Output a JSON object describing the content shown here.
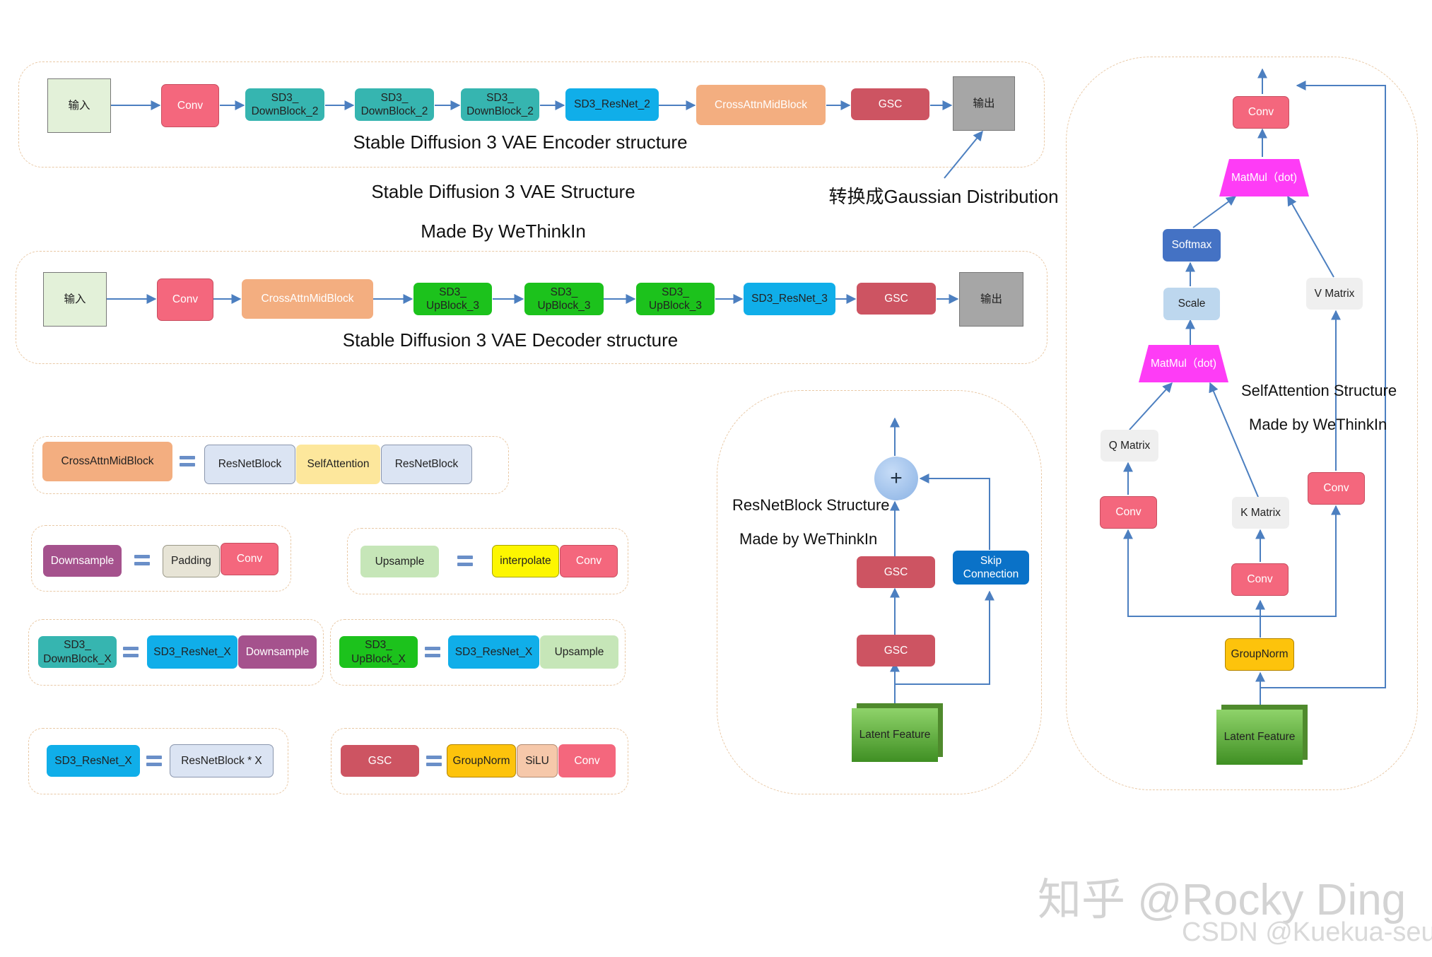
{
  "colors": {
    "conv": "#f4677d",
    "downblock": "#36b5b0",
    "resnet": "#10aee9",
    "crossattn": "#f3ae80",
    "gsc": "#cd5462",
    "io": "#a6a6a6",
    "input": "#e3f1d9",
    "upblock": "#1cc21c",
    "resnetblock": "#dbe4f3",
    "selfattn": "#fde79c",
    "downsample": "#a5528d",
    "padding": "#e7e4d6",
    "upsample": "#c6e6b8",
    "interpolate": "#fdf600",
    "groupnorm": "#fdc30c",
    "silu": "#f6c8aa",
    "skip": "#0a72c8",
    "matmul": "#fe3cf6",
    "softmax": "#4472c4",
    "scale": "#bdd7ee",
    "matrix": "#efefef",
    "line": "#4c7fc0"
  },
  "encoder": {
    "input": "输入",
    "conv": "Conv",
    "down1": "SD3_\nDownBlock_2",
    "down2": "SD3_\nDownBlock_2",
    "down3": "SD3_\nDownBlock_2",
    "resnet": "SD3_ResNet_2",
    "crossattn": "CrossAttnMidBlock",
    "gsc": "GSC",
    "output": "输出",
    "caption": "Stable Diffusion 3 VAE Encoder structure"
  },
  "gaussian_note": "转换成Gaussian Distribution",
  "title": "Stable Diffusion 3 VAE Structure",
  "made_by": "Made By WeThinkIn",
  "decoder": {
    "input": "输入",
    "conv": "Conv",
    "crossattn": "CrossAttnMidBlock",
    "up1": "SD3_\nUpBlock_3",
    "up2": "SD3_\nUpBlock_3",
    "up3": "SD3_\nUpBlock_3",
    "resnet": "SD3_ResNet_3",
    "gsc": "GSC",
    "output": "输出",
    "caption": "Stable Diffusion 3 VAE Decoder structure"
  },
  "legend": {
    "crossattn": {
      "name": "CrossAttnMidBlock",
      "parts": [
        "ResNetBlock",
        "SelfAttention",
        "ResNetBlock"
      ]
    },
    "downsample": {
      "name": "Downsample",
      "parts": [
        "Padding",
        "Conv"
      ]
    },
    "upsample": {
      "name": "Upsample",
      "parts": [
        "interpolate",
        "Conv"
      ]
    },
    "downblock": {
      "name": "SD3_\nDownBlock_X",
      "parts": [
        "SD3_ResNet_X",
        "Downsample"
      ]
    },
    "upblock": {
      "name": "SD3_\nUpBlock_X",
      "parts": [
        "SD3_ResNet_X",
        "Upsample"
      ]
    },
    "resnet": {
      "name": "SD3_ResNet_X",
      "parts": [
        "ResNetBlock * X"
      ]
    },
    "gsc": {
      "name": "GSC",
      "parts": [
        "GroupNorm",
        "SiLU",
        "Conv"
      ]
    }
  },
  "resnetblock": {
    "title": "ResNetBlock Structure",
    "made_by": "Made by WeThinkIn",
    "plus": "+",
    "gsc_top": "GSC",
    "gsc_bottom": "GSC",
    "skip": "Skip\nConnection",
    "latent": "Latent Feature"
  },
  "selfattn": {
    "conv_top": "Conv",
    "matmul_top": "MatMul（dot)",
    "softmax": "Softmax",
    "scale": "Scale",
    "v_matrix": "V Matrix",
    "matmul_bottom": "MatMul（dot)",
    "title": "SelfAttention Structure",
    "made_by": "Made by WeThinkIn",
    "q_matrix": "Q Matrix",
    "conv_q": "Conv",
    "k_matrix": "K Matrix",
    "conv_v": "Conv",
    "conv_k": "Conv",
    "groupnorm": "GroupNorm",
    "latent": "Latent Feature"
  },
  "watermark": {
    "zhihu": "知乎 @Rocky Ding",
    "csdn": "CSDN @Kuekua-seu"
  }
}
